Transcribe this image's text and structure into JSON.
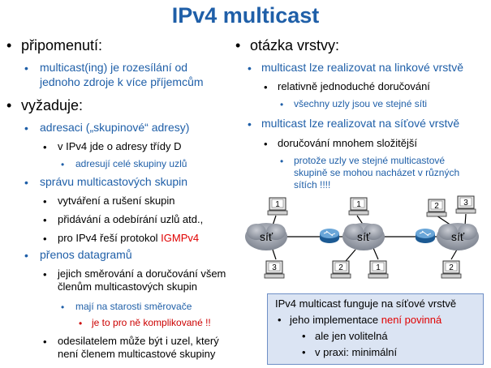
{
  "title": "IPv4 multicast",
  "left": {
    "h1": "připomenutí:",
    "h1_sub": "multicast(ing) je rozesílání od jednoho zdroje k více příjemcům",
    "h2": "vyžaduje:",
    "a1": "adresaci („skupinové“ adresy)",
    "a1_1": "v IPv4 jde o adresy třídy D",
    "a1_1_1": "adresují celé skupiny uzlů",
    "a2": "správu multicastových skupin",
    "a2_1": "vytváření a rušení skupin",
    "a2_2": "přidávání a odebírání uzlů atd.,",
    "a2_3_pre": "pro IPv4 řeší protokol ",
    "a2_3_red": "IGMPv4",
    "a3": "přenos datagramů",
    "a3_1": "jejich směrování a doručování všem členům multicastových skupin",
    "a3_1_1": "mají na starosti směrovače",
    "a3_1_1_1": "je to pro ně komplikované !!",
    "a3_2": "odesilatelem může být i uzel, který není členem multicastové skupiny"
  },
  "right": {
    "h1": "otázka vrstvy:",
    "b1": "multicast lze realizovat na linkové vrstvě",
    "b1_1": "relativně jednoduché doručování",
    "b1_1_1": "všechny uzly jsou ve stejné síti",
    "b2": "multicast lze realizovat na síťové vrstvě",
    "b2_1": "doručování mnohem složitější",
    "b2_1_1": "protože uzly ve stejné multicastové skupině se mohou nacházet v různých sítích !!!!"
  },
  "diagram": {
    "cloud_label": "síť",
    "nodes": [
      "1",
      "3",
      "1",
      "2",
      "1",
      "2",
      "3",
      "2"
    ]
  },
  "box": {
    "line1": "IPv4 multicast funguje na síťové vrstvě",
    "line2_pre": "jeho implementace ",
    "line2_red": "není povinná",
    "line3": "ale jen volitelná",
    "line4": "v praxi: minimální"
  }
}
